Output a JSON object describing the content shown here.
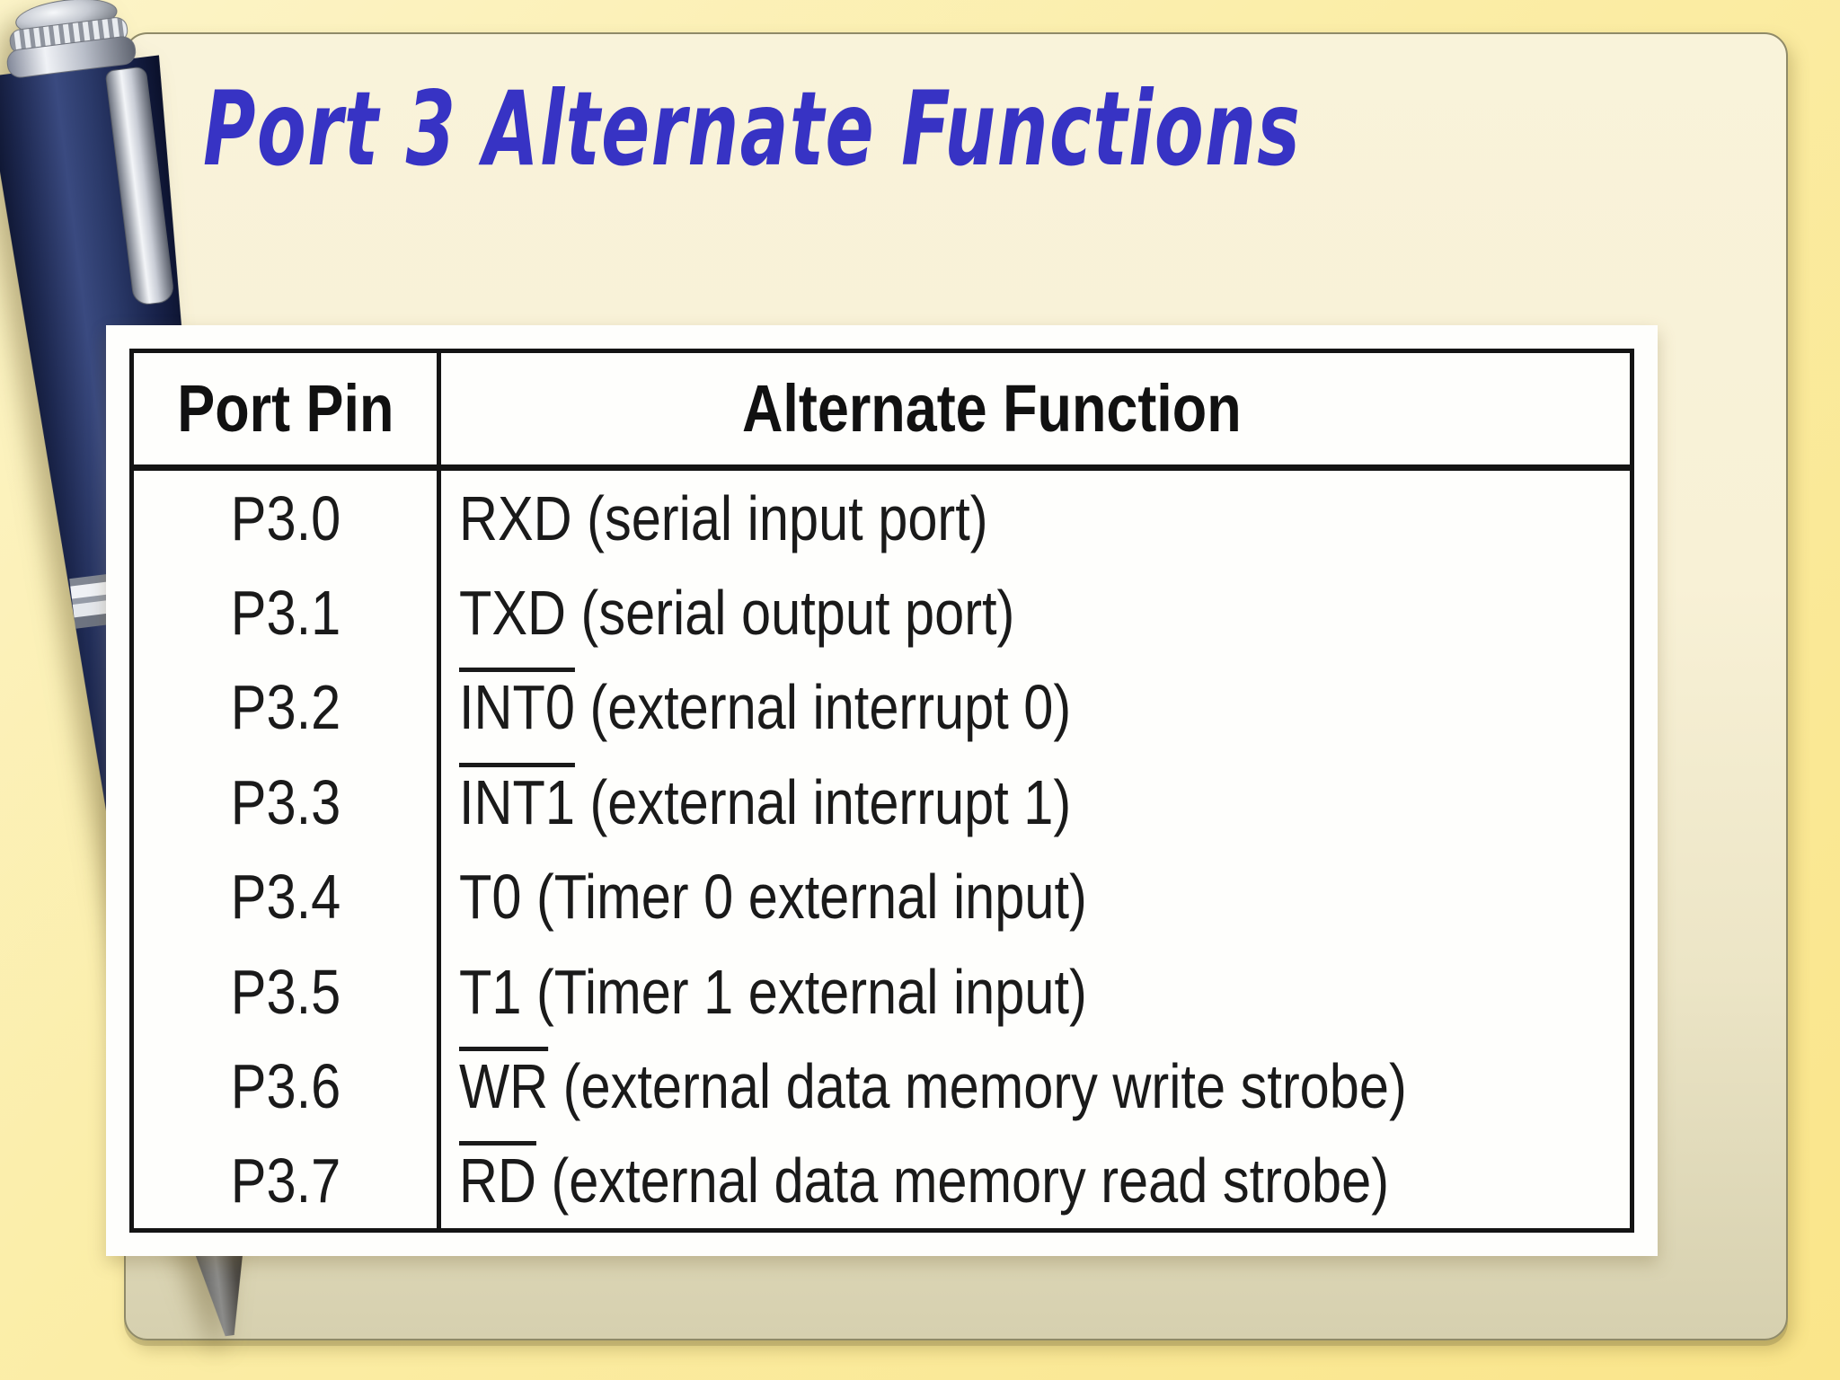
{
  "slide": {
    "title": "Port 3 Alternate Functions"
  },
  "table": {
    "headers": {
      "pin": "Port Pin",
      "func": "Alternate Function"
    },
    "rows": [
      {
        "pin": "P3.0",
        "overline": "",
        "func": "RXD (serial input port)"
      },
      {
        "pin": "P3.1",
        "overline": "",
        "func": "TXD (serial output port)"
      },
      {
        "pin": "P3.2",
        "overline": "INT0",
        "func": " (external interrupt 0)"
      },
      {
        "pin": "P3.3",
        "overline": "INT1",
        "func": " (external interrupt 1)"
      },
      {
        "pin": "P3.4",
        "overline": "",
        "func": "T0 (Timer 0 external input)"
      },
      {
        "pin": "P3.5",
        "overline": "",
        "func": "T1 (Timer 1 external input)"
      },
      {
        "pin": "P3.6",
        "overline": "WR",
        "func": " (external data memory write strobe)"
      },
      {
        "pin": "P3.7",
        "overline": "RD",
        "func": " (external data memory read strobe)"
      }
    ]
  },
  "decor": {
    "pen_graphic": "navy fountain pen with silver clip and cap"
  },
  "colors": {
    "title_blue": "#3733c4",
    "page_cream": "#f8f1d6",
    "page_edge_tan": "#d6d0af",
    "background_yellow": "#fae58a",
    "table_line_black": "#141414",
    "pen_navy": "#2b3a6a"
  }
}
